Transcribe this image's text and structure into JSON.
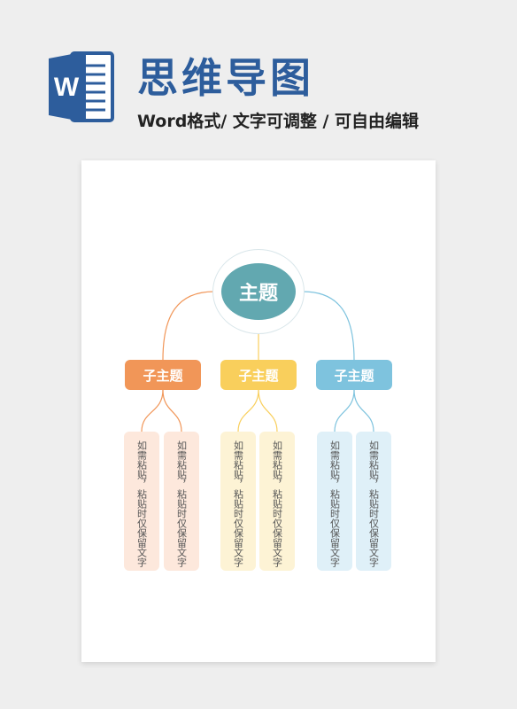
{
  "header": {
    "icon_letter": "W",
    "title": "思维导图",
    "subtitle": "Word格式/ 文字可调整 / 可自由编辑"
  },
  "colors": {
    "brand_blue": "#2d5d9c",
    "topic": "#62a8b0",
    "orange": "#f19658",
    "yellow": "#f9cf5c",
    "blue": "#7ec3de",
    "orange_light": "#fde8dc",
    "yellow_light": "#fdf3d5",
    "blue_light": "#dff0f8"
  },
  "mindmap": {
    "topic": "主题",
    "branches": [
      {
        "label": "子主题",
        "color": "orange",
        "leaves": [
          "如需粘贴，粘贴时仅保留文字",
          "如需粘贴，粘贴时仅保留文字"
        ]
      },
      {
        "label": "子主题",
        "color": "yellow",
        "leaves": [
          "如需粘贴，粘贴时仅保留文字",
          "如需粘贴，粘贴时仅保留文字"
        ]
      },
      {
        "label": "子主题",
        "color": "blue",
        "leaves": [
          "如需粘贴，粘贴时仅保留文字",
          "如需粘贴，粘贴时仅保留文字"
        ]
      }
    ]
  }
}
